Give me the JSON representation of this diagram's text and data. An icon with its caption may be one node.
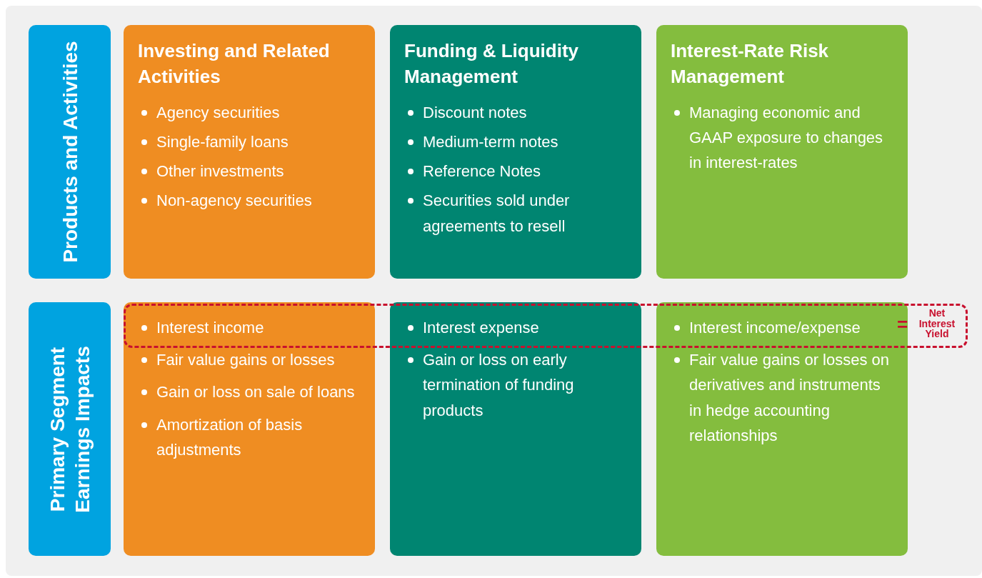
{
  "diagram": {
    "nodes": [
      {
        "text": [
          "Products and Activities"
        ]
      },
      {
        "text": [
          "Investing and Related Activities",
          "Agency securities",
          "Single-family loans",
          "Other investments",
          "Non-agency securities"
        ]
      },
      {
        "text": [
          "Funding & Liquidity Management",
          "Discount notes",
          "Medium-term notes",
          "Reference Notes",
          "Securities sold under agreements to resell"
        ]
      },
      {
        "text": [
          "Interest-Rate Risk Management",
          "Managing economic and GAAP exposure to changes in interest-rates"
        ]
      },
      {
        "text": [
          "Primary Segment Earnings Impacts"
        ]
      },
      {
        "text": [
          "Interest income",
          "Fair value gains or losses",
          "Gain or loss on sale of loans",
          "Amortization of basis adjustments"
        ]
      },
      {
        "text": [
          "Interest expense",
          "Gain or loss on early termination of funding products"
        ]
      },
      {
        "text": [
          "Interest income/expense",
          "Fair value gains or losses on derivatives and instruments in hedge accounting relationships"
        ]
      }
    ],
    "labels": [
      "=",
      "Net Interest Yield"
    ]
  }
}
